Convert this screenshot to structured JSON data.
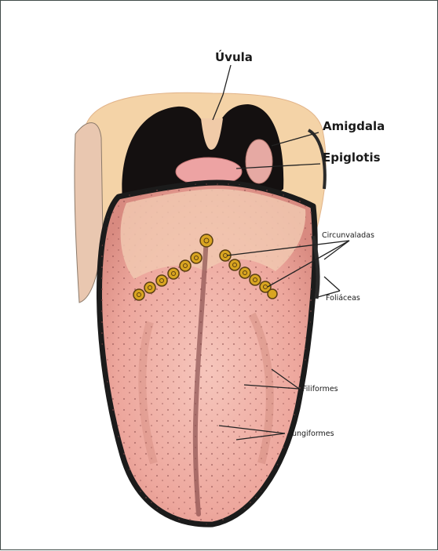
{
  "labels": {
    "uvula": "Úvula",
    "amigdala": "Amigdala",
    "epiglotis": "Epiglotis",
    "circunvaladas": "Circunvaladas",
    "foliaceas": "Foliáceas",
    "filiformes": "Filiformes",
    "fungiformes": "Fungiformes"
  },
  "colors": {
    "tongue_pink": "#f2b6ad",
    "tongue_shadow": "#d98c84",
    "outline": "#1b1b1b",
    "throat_peach": "#f4d3a7",
    "papillae_gold": "#d9a521",
    "background": "#ffffff"
  }
}
